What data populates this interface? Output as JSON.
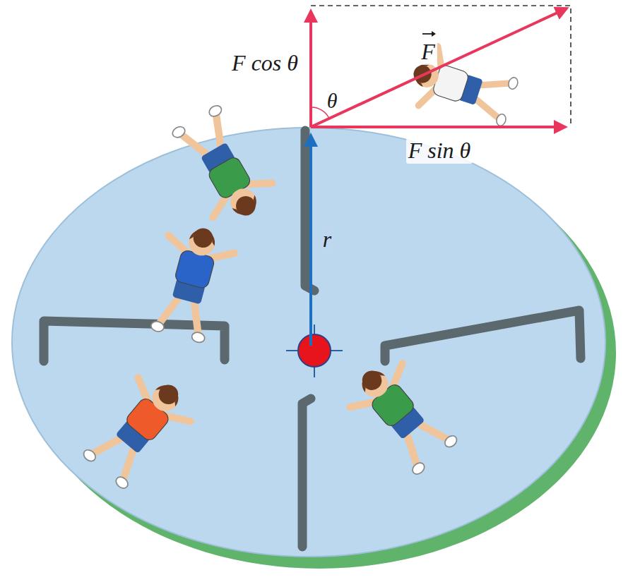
{
  "diagram": {
    "labels": [
      "F cos θ",
      "θ",
      "F",
      "F sin θ",
      "r"
    ]
  }
}
